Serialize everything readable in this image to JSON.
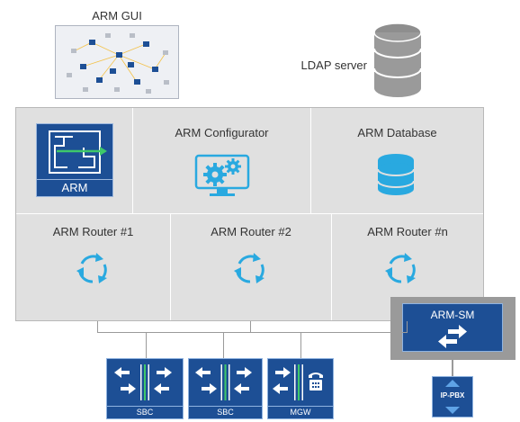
{
  "arm_gui": {
    "label": "ARM GUI"
  },
  "ldap": {
    "label": "LDAP server"
  },
  "arm_tile": {
    "label": "ARM"
  },
  "configurator": {
    "label": "ARM Configurator"
  },
  "database": {
    "label": "ARM Database"
  },
  "routers": [
    {
      "label": "ARM Router #1"
    },
    {
      "label": "ARM Router #2"
    },
    {
      "label": "ARM Router #n"
    }
  ],
  "arm_sm": {
    "label": "ARM-SM"
  },
  "ip_pbx": {
    "label": "IP-PBX"
  },
  "devices": [
    {
      "label": "SBC"
    },
    {
      "label": "SBC"
    },
    {
      "label": "MGW"
    }
  ],
  "colors": {
    "brand_blue": "#1d4f95",
    "accent_cyan": "#29a9e0",
    "panel_gray": "#e0e0e0",
    "server_gray": "#9a9a9a"
  }
}
